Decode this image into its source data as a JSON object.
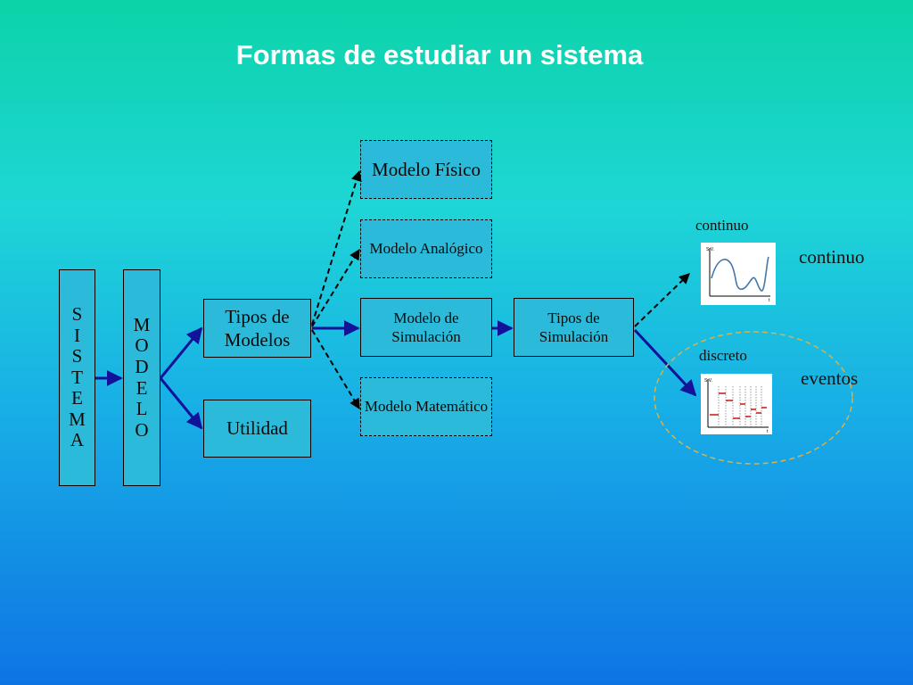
{
  "title": "Formas de estudiar un sistema",
  "sistema_letters": [
    "S",
    "I",
    "S",
    "T",
    "E",
    "M",
    "A"
  ],
  "modelo_letters": [
    "M",
    "O",
    "D",
    "E",
    "L",
    "O"
  ],
  "boxes": {
    "tipos_modelos": "Tipos de Modelos",
    "utilidad": "Utilidad",
    "modelo_fisico": "Modelo Físico",
    "modelo_analogico": "Modelo Analógico",
    "modelo_simulacion": "Modelo de Simulación",
    "modelo_matematico": "Modelo Matemático",
    "tipos_simulacion": "Tipos de Simulación"
  },
  "labels": {
    "continuo_small": "continuo",
    "discreto_small": "discreto",
    "continuo_big": "continuo",
    "eventos": "eventos"
  },
  "graph_axes": {
    "continuo_y": "S.V.",
    "continuo_x": "t",
    "discreto_y": "S.V.",
    "discreto_x": "t"
  },
  "colors": {
    "arrow": "#12129a",
    "box_fill": "#2bbad9",
    "ellipse": "#d9b24a",
    "curve": "#4477aa",
    "discrete": "#cc2222"
  }
}
